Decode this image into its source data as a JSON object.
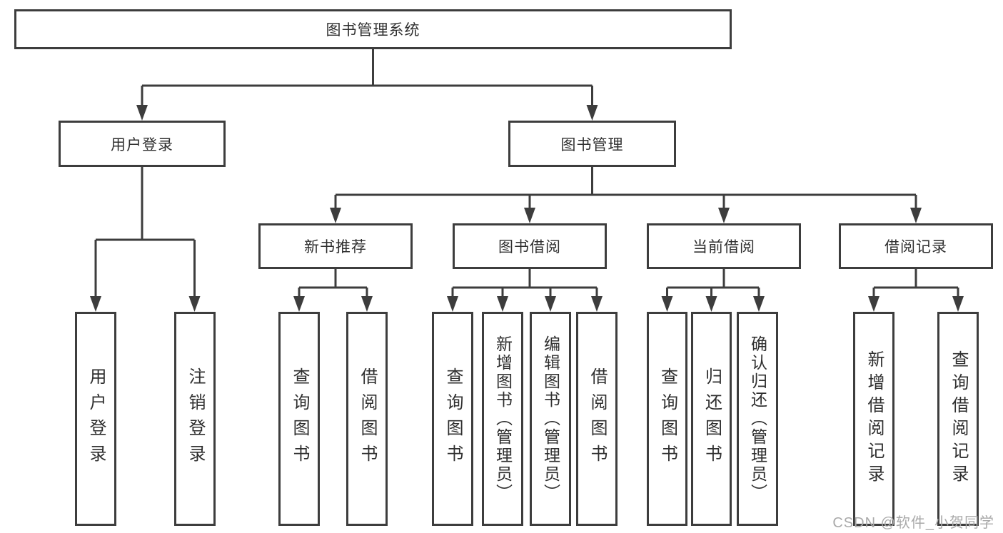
{
  "diagram": {
    "root": {
      "label": "图书管理系统",
      "children": [
        {
          "label": "用户登录",
          "children": [
            {
              "label": "用户登录"
            },
            {
              "label": "注销登录"
            }
          ]
        },
        {
          "label": "图书管理",
          "children": [
            {
              "label": "新书推荐",
              "children": [
                {
                  "label": "查询图书"
                },
                {
                  "label": "借阅图书"
                }
              ]
            },
            {
              "label": "图书借阅",
              "children": [
                {
                  "label": "查询图书"
                },
                {
                  "label": "新增图书（管理员）"
                },
                {
                  "label": "编辑图书（管理员）"
                },
                {
                  "label": "借阅图书"
                }
              ]
            },
            {
              "label": "当前借阅",
              "children": [
                {
                  "label": "查询图书"
                },
                {
                  "label": "归还图书"
                },
                {
                  "label": "确认归还（管理员）"
                }
              ]
            },
            {
              "label": "借阅记录",
              "children": [
                {
                  "label": "新增借阅记录"
                },
                {
                  "label": "查询借阅记录"
                }
              ]
            }
          ]
        }
      ]
    },
    "watermark": "CSDN @软件_小贺同学",
    "colors": {
      "line": "#3d3d3d",
      "text": "#2f2f2f",
      "watermark": "#a9a9a9",
      "background": "#ffffff"
    }
  }
}
